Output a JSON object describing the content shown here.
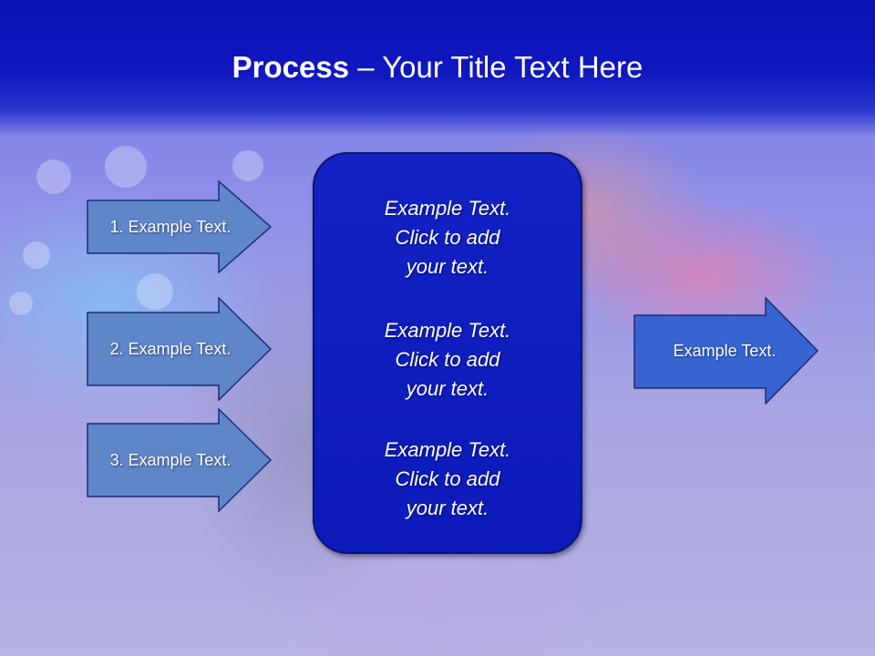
{
  "slide": {
    "title_bold": "Process",
    "title_rest": " – Your Title Text Here",
    "left_arrows": [
      {
        "label": "1. Example Text."
      },
      {
        "label": "2. Example Text."
      },
      {
        "label": "3. Example Text."
      }
    ],
    "center_items": [
      {
        "line1": "Example Text.",
        "line2": "Click  to add",
        "line3": "your text."
      },
      {
        "line1": "Example Text.",
        "line2": "Click  to add",
        "line3": "your text."
      },
      {
        "line1": "Example Text.",
        "line2": "Click  to add",
        "line3": "your text."
      }
    ],
    "right_arrow": {
      "label": "Example Text."
    }
  },
  "colors": {
    "title_band": "#0a10b4",
    "arrow_left_fill": "#5f86c8",
    "arrow_right_fill": "#3864d2",
    "center_box": "#1222c4",
    "text": "#ffffff"
  }
}
